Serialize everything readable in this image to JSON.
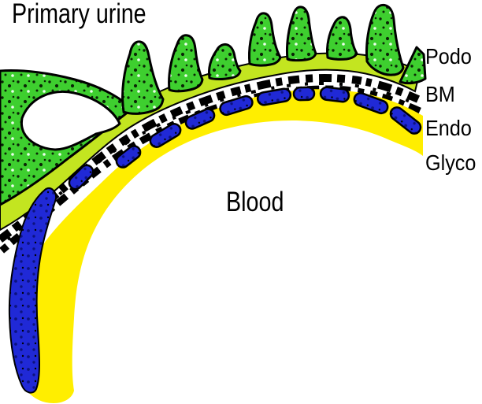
{
  "figure": {
    "region_labels": {
      "primary_urine": "Primary urine",
      "blood": "Blood"
    },
    "layer_labels": [
      "Podo",
      "BM",
      "Endo",
      "Glyco"
    ],
    "colors": {
      "podocyte_green": "#3ecf2f",
      "podocyte_band_chartreuse": "#c3e520",
      "basement_membrane_black": "#000000",
      "endothelium_blue": "#2029d6",
      "endothelium_speckle_navy": "#0c1280",
      "glycocalyx_yellow": "#ffee00",
      "background_white": "#ffffff",
      "label_text": "#000000"
    }
  }
}
